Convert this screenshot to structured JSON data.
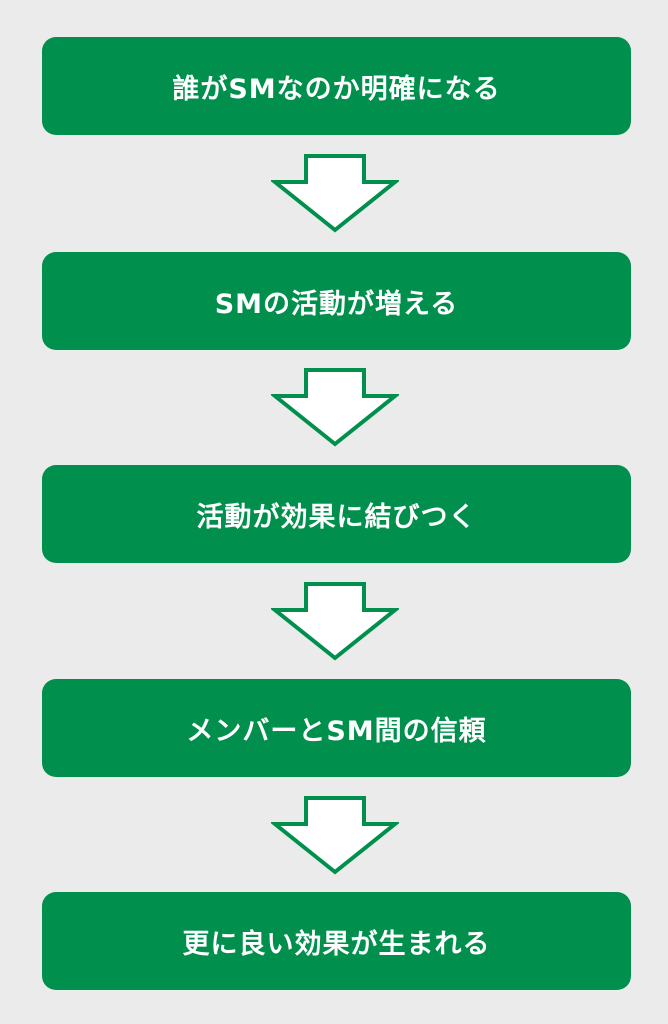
{
  "colors": {
    "background": "#ebebeb",
    "box_fill": "#008f4c",
    "arrow_stroke": "#008f4c",
    "arrow_fill": "#ffffff",
    "text": "#ffffff"
  },
  "steps": [
    {
      "label": "誰がSMなのか明確になる"
    },
    {
      "label": "SMの活動が増える"
    },
    {
      "label": "活動が効果に結びつく"
    },
    {
      "label": "メンバーとSM間の信頼"
    },
    {
      "label": "更に良い効果が生まれる"
    }
  ],
  "arrows": [
    {
      "icon": "down-arrow-icon"
    },
    {
      "icon": "down-arrow-icon"
    },
    {
      "icon": "down-arrow-icon"
    },
    {
      "icon": "down-arrow-icon"
    }
  ]
}
